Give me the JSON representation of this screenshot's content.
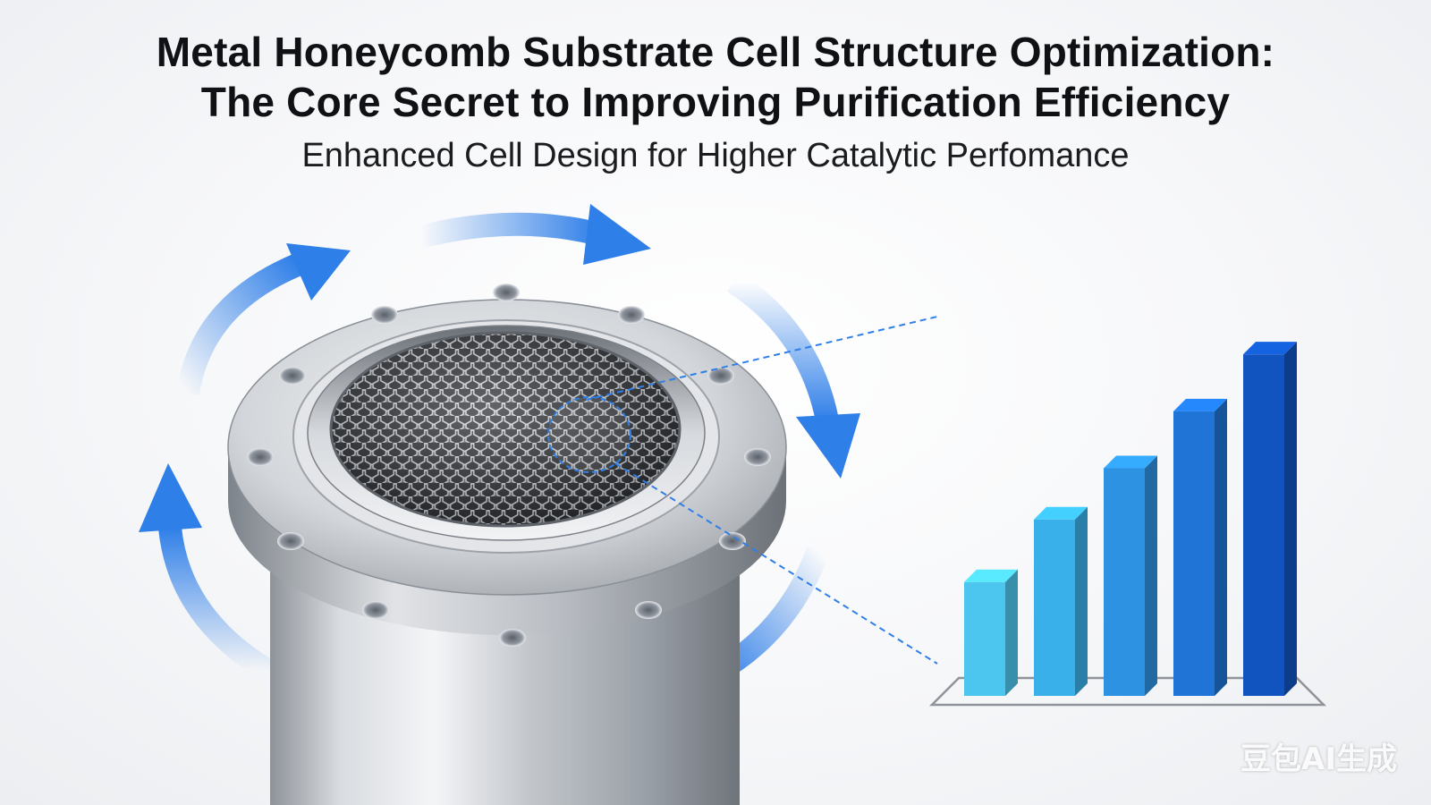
{
  "header": {
    "title_line1": "Metal Honeycomb Substrate Cell Structure Optimization:",
    "title_line2": "The Core Secret to Improving Purification Efficiency",
    "subtitle": "Enhanced Cell Design for Higher Catalytic Perfomance"
  },
  "illustration": {
    "object": "metal-honeycomb-substrate-icon",
    "flow_arrows": "circular-arrows-icon",
    "accent_color": "#2f7fe8",
    "metal_color": "#c5c9cf"
  },
  "chart_data": {
    "type": "bar",
    "categories": [
      "",
      "",
      "",
      "",
      ""
    ],
    "values": [
      1,
      1.55,
      2,
      2.5,
      3
    ],
    "colors": [
      "#4cc6ee",
      "#3ab0ea",
      "#2e92e2",
      "#1f74d6",
      "#1254bf"
    ],
    "title": "",
    "xlabel": "",
    "ylabel": "",
    "ylim": [
      0,
      3.3
    ],
    "grid": false,
    "legend": "none"
  },
  "watermark": {
    "text": "豆包AI生成"
  }
}
